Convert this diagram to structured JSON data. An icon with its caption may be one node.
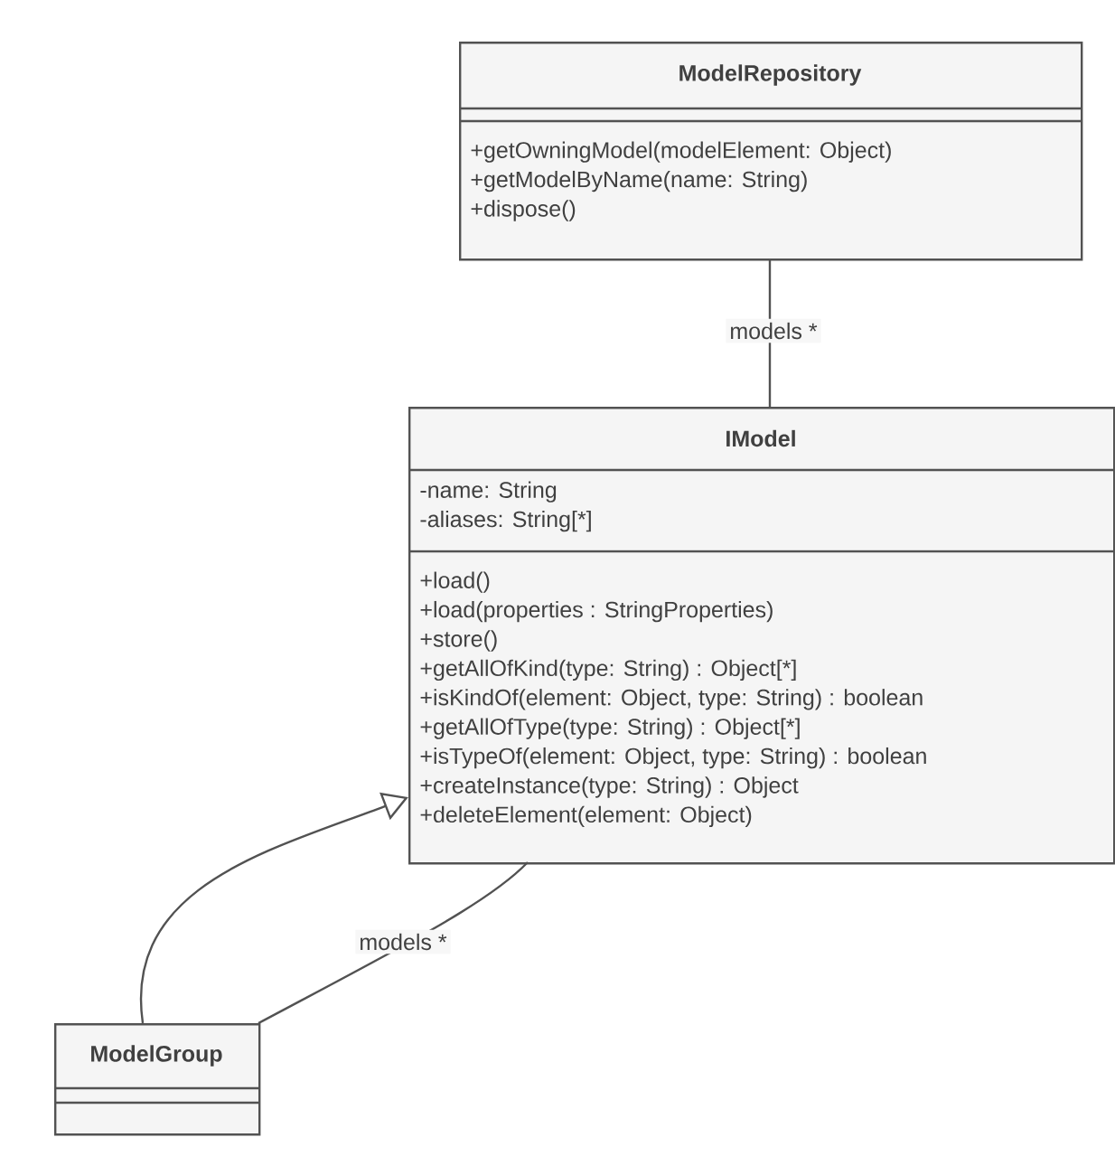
{
  "diagram": {
    "nodes": [
      {
        "text": [
          "ModelRepository",
          "+getOwningModel(modelElement: Object)",
          "+getModelByName(name: String)",
          "+dispose()"
        ]
      },
      {
        "text": [
          "IModel",
          "-name: String",
          "-aliases: String[*]",
          "+load()",
          "+load(properties : StringProperties)",
          "+store()",
          "+getAllOfKind(type: String) : Object[*]",
          "+isKindOf(element: Object, type: String) : boolean",
          "+getAllOfType(type: String) : Object[*]",
          "+isTypeOf(element: Object, type: String) : boolean",
          "+createInstance(type: String) : Object",
          "+deleteElement(element: Object)"
        ]
      },
      {
        "text": [
          "ModelGroup"
        ]
      }
    ],
    "edges": [
      {
        "from": 0,
        "to": 1,
        "arrow": "none",
        "label": "models *"
      },
      {
        "from": 2,
        "to": 1,
        "arrow": "to"
      },
      {
        "from": 2,
        "to": 1,
        "arrow": "none",
        "label": "models *"
      }
    ]
  }
}
